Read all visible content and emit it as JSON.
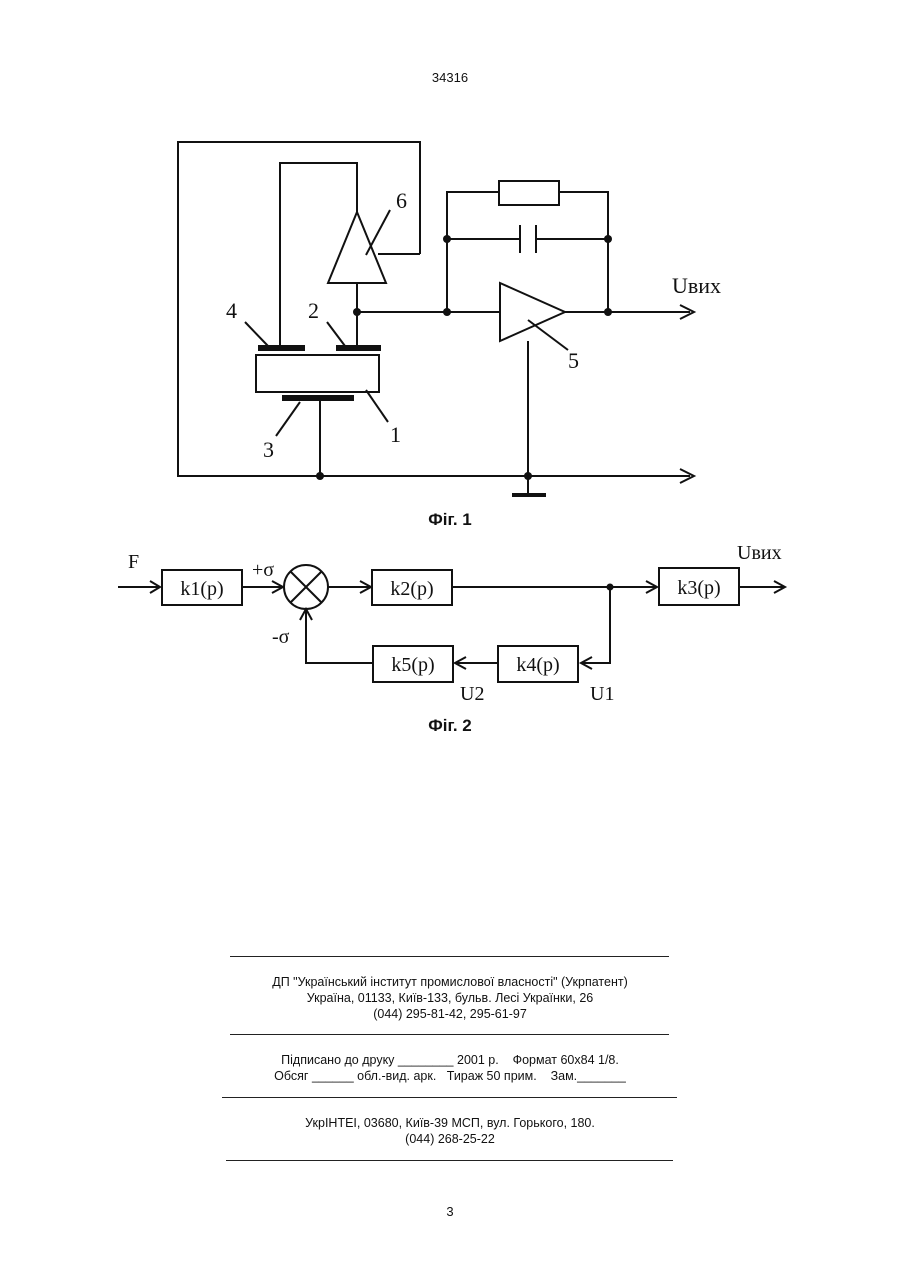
{
  "header": {
    "document_number": "34316"
  },
  "figure1": {
    "caption": "Фіг. 1",
    "labels": {
      "element_1": "1",
      "element_2": "2",
      "element_3": "3",
      "element_4": "4",
      "element_5": "5",
      "element_6": "6",
      "output": "Uвих"
    }
  },
  "figure2": {
    "caption": "Фіг. 2",
    "input_label": "F",
    "plus_sigma": "+σ",
    "minus_sigma": "-σ",
    "output_label": "Uвих",
    "blocks": {
      "k1": "k1(p)",
      "k2": "k2(p)",
      "k3": "k3(p)",
      "k4": "k4(p)",
      "k5": "k5(p)"
    },
    "u1": "U1",
    "u2": "U2"
  },
  "footer": {
    "publisher_name": "ДП \"Український інститут промислової власності\" (Укрпатент)",
    "publisher_address": "Україна, 01133, Київ-133, бульв. Лесі Українки, 26",
    "publisher_phone": "(044) 295-81-42, 295-61-97",
    "print_line1": "Підписано до друку ________ 2001 р.    Формат 60х84 1/8.",
    "print_line2": "Обсяг ______ обл.-вид. арк.   Тираж 50 прим.    Зам._______",
    "printer_address": "УкрІНТЕІ, 03680, Київ-39 МСП, вул. Горького, 180.",
    "printer_phone": "(044) 268-25-22"
  },
  "page_number": "3"
}
